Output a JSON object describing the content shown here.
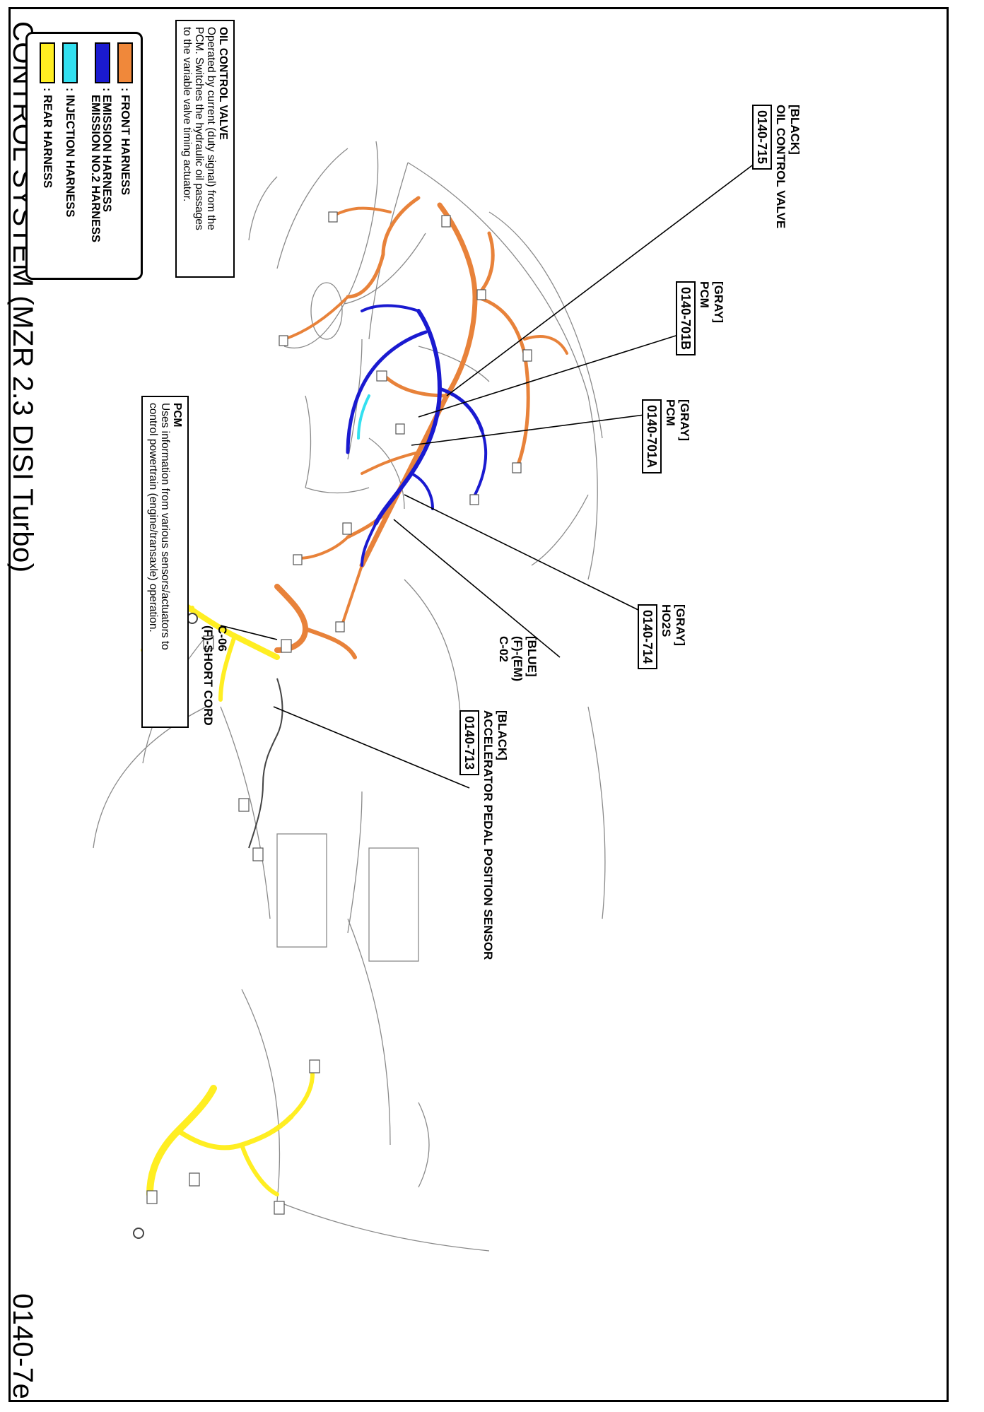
{
  "header": {
    "title": "CONTROL SYSTEM (MZR 2.3 DISI Turbo)",
    "page_code": "0140-7e"
  },
  "descriptions": {
    "oil_control_valve": {
      "heading": "OIL CONTROL VALVE",
      "line1": "Operated by current (duty signal) from the",
      "line2": "PCM. Switches the hydraulic oil passages",
      "line3": "to the variable valve timing actuator."
    },
    "pcm": {
      "heading": "PCM",
      "line1": "Uses information from various sensors/actuators to",
      "line2": "control powertrain (engine/transaxle) operation."
    }
  },
  "connectors": {
    "c715": {
      "color": "[BLACK]",
      "name": "OIL CONTROL VALVE",
      "code": "0140-715"
    },
    "c701b": {
      "color": "[GRAY]",
      "name": "PCM",
      "code": "0140-701B"
    },
    "c701a": {
      "color": "[GRAY]",
      "name": "PCM",
      "code": "0140-701A"
    },
    "c714": {
      "color": "[GRAY]",
      "name": "HO2S",
      "code": "0140-714"
    },
    "c02": {
      "color": "[BLUE]",
      "name": "(F)-(EM)",
      "code": "C-02"
    },
    "c06": {
      "code": "C-06",
      "name": "(F)-SHORT CORD"
    },
    "c713": {
      "color": "[BLACK]",
      "name": "ACCELERATOR PEDAL POSITION SENSOR",
      "code": "0140-713"
    }
  },
  "legend": {
    "front": {
      "label": ": FRONT HARNESS",
      "color": "#f0883a"
    },
    "emission": {
      "label": ": EMISSION HARNESS",
      "label2": "EMISSION NO.2 HARNESS",
      "color": "#1a1ad0"
    },
    "injection": {
      "label": ": INJECTION HARNESS",
      "color": "#33e0f0"
    },
    "rear": {
      "label": ": REAR HARNESS",
      "color": "#ffee22"
    }
  }
}
